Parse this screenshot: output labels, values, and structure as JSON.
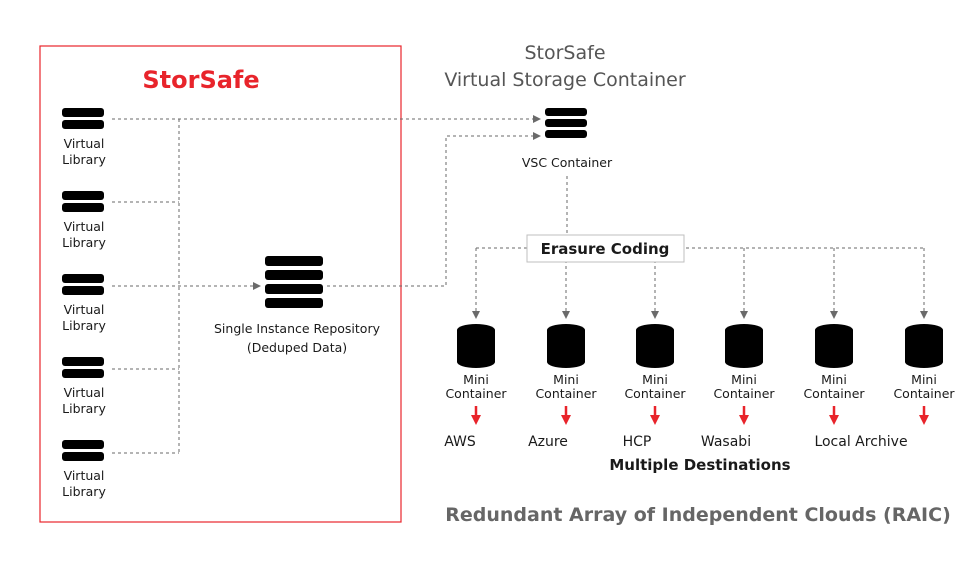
{
  "brand": "StorSafe",
  "title_line1": "StorSafe",
  "title_line2": "Virtual Storage Container",
  "virtual_library": {
    "line1": "Virtual",
    "line2": "Library"
  },
  "repository": {
    "line1": "Single Instance Repository",
    "line2": "(Deduped Data)"
  },
  "vsc_container": "VSC Container",
  "erasure_coding": "Erasure Coding",
  "mini_container": {
    "line1": "Mini",
    "line2": "Container"
  },
  "destinations": [
    "AWS",
    "Azure",
    "HCP",
    "Wasabi",
    "Local Archive"
  ],
  "multiple_destinations": "Multiple Destinations",
  "raic": "Redundant Array of Independent Clouds (RAIC)",
  "colors": {
    "brand_red": "#e8242b",
    "icon_navy": "#1f3e66",
    "text_gray": "#555555"
  },
  "icons": {
    "library": "server-icon",
    "repository": "server-icon",
    "vsc": "server-icon",
    "mini": "database-icon"
  }
}
